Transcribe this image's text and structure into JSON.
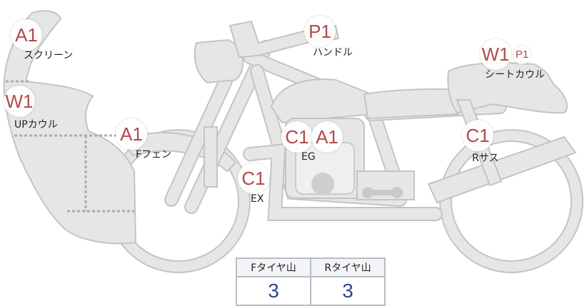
{
  "parts": [
    {
      "id": "screen",
      "codes": [
        "A1"
      ],
      "label": "スクリーン"
    },
    {
      "id": "upcowl",
      "codes": [
        "W1"
      ],
      "label": "UPカウル"
    },
    {
      "id": "ffender",
      "codes": [
        "A1"
      ],
      "label": "Fフェン"
    },
    {
      "id": "handle",
      "codes": [
        "P1"
      ],
      "label": "ハンドル"
    },
    {
      "id": "exhaust",
      "codes": [
        "C1"
      ],
      "label": "EX"
    },
    {
      "id": "engine",
      "codes": [
        "C1",
        "A1"
      ],
      "label": "EG"
    },
    {
      "id": "seatcowl",
      "codes": [
        "W1",
        "P1"
      ],
      "label": "シートカウル"
    },
    {
      "id": "rsus",
      "codes": [
        "C1"
      ],
      "label": "Rサス"
    }
  ],
  "tread_table": {
    "headers": [
      "Fタイヤ山",
      "Rタイヤ山"
    ],
    "values": [
      "3",
      "3"
    ]
  },
  "colors": {
    "badge_text": "#b24a4a",
    "table_value": "#2f4a8c",
    "bike_fill": "#e6e6e4",
    "bike_stroke": "#c4c4c2",
    "dotted_line": "#a9a9b8"
  }
}
